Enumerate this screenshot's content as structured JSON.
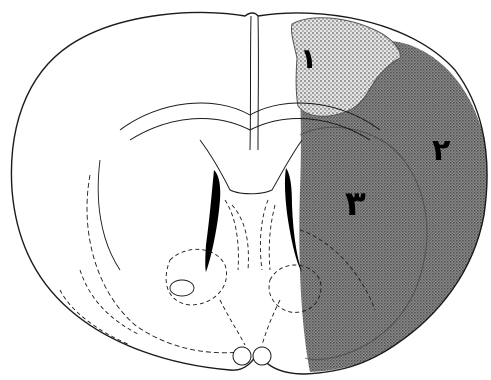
{
  "figure": {
    "region_labels": [
      {
        "id": "region-1",
        "text": "۱"
      },
      {
        "id": "region-2",
        "text": "۲"
      },
      {
        "id": "region-3",
        "text": "۳"
      }
    ],
    "colors": {
      "outline": "#1a1a1a",
      "shade_dark": "#707070",
      "shade_light": "#c6c6c6",
      "background": "#ffffff"
    }
  }
}
